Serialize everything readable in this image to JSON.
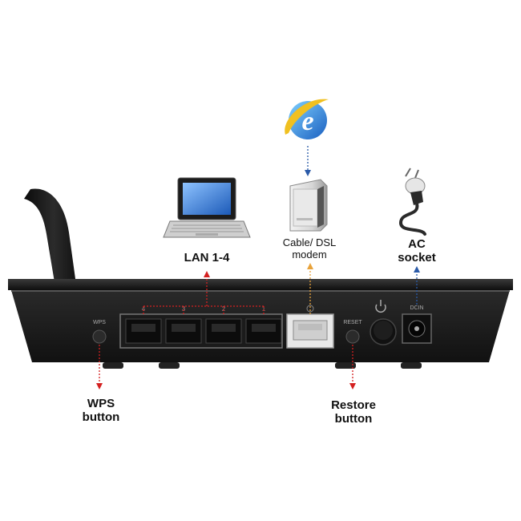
{
  "labels": {
    "lan": "LAN 1-4",
    "modem_line1": "Cable/ DSL",
    "modem_line2": "modem",
    "ac_line1": "AC",
    "ac_line2": "socket",
    "wps_line1": "WPS",
    "wps_line2": "button",
    "restore_line1": "Restore",
    "restore_line2": "button"
  },
  "panel": {
    "wps_marking": "WPS",
    "reset_marking": "RESET",
    "dcin_marking": "DCIN",
    "port_numbers": [
      "4",
      "3",
      "2",
      "1"
    ]
  },
  "icons": [
    "laptop-icon",
    "internet-explorer-icon",
    "modem-icon",
    "power-plug-icon",
    "power-symbol-icon"
  ],
  "colors": {
    "lan_arrow": "#d42020",
    "wan_arrow": "#e8a23a",
    "internet_arrow": "#2a5aa8",
    "ac_arrow": "#2a5aa8",
    "router_body": "#1a1a1a",
    "wan_port": "#e8e8e8"
  }
}
